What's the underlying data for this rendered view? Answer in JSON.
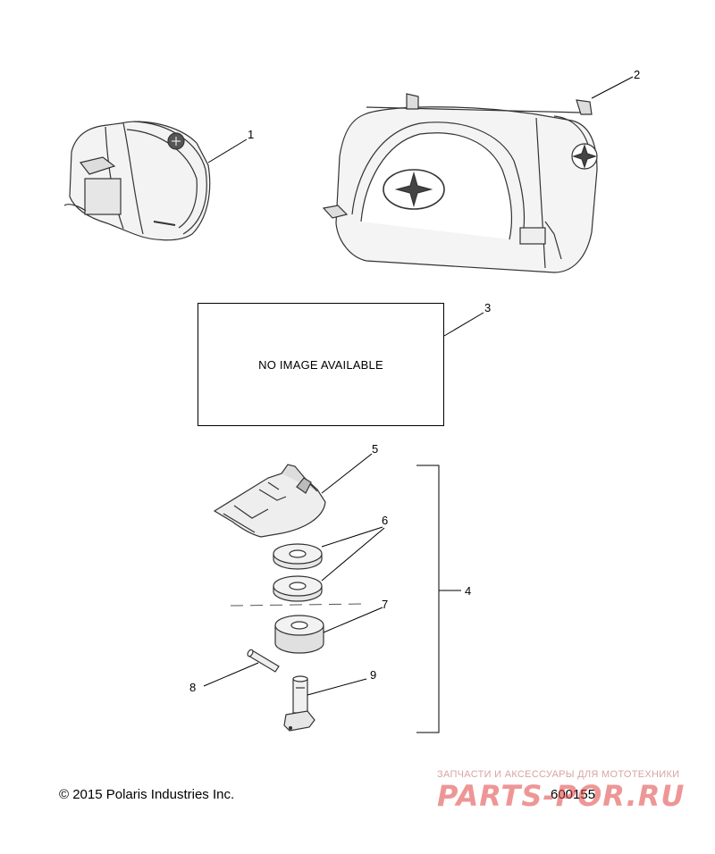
{
  "diagram": {
    "callouts": [
      "1",
      "2",
      "3",
      "4",
      "5",
      "6",
      "7",
      "8",
      "9"
    ],
    "no_image_text": "NO IMAGE AVAILABLE"
  },
  "footer": {
    "copyright": "© 2015 Polaris Industries Inc.",
    "figure_number": "600155"
  },
  "watermark": {
    "subtitle": "ЗАПЧАСТИ И АКСЕССУАРЫ ДЛЯ МОТОТЕХНИКИ",
    "brand": "PARTS-POR.RU"
  }
}
